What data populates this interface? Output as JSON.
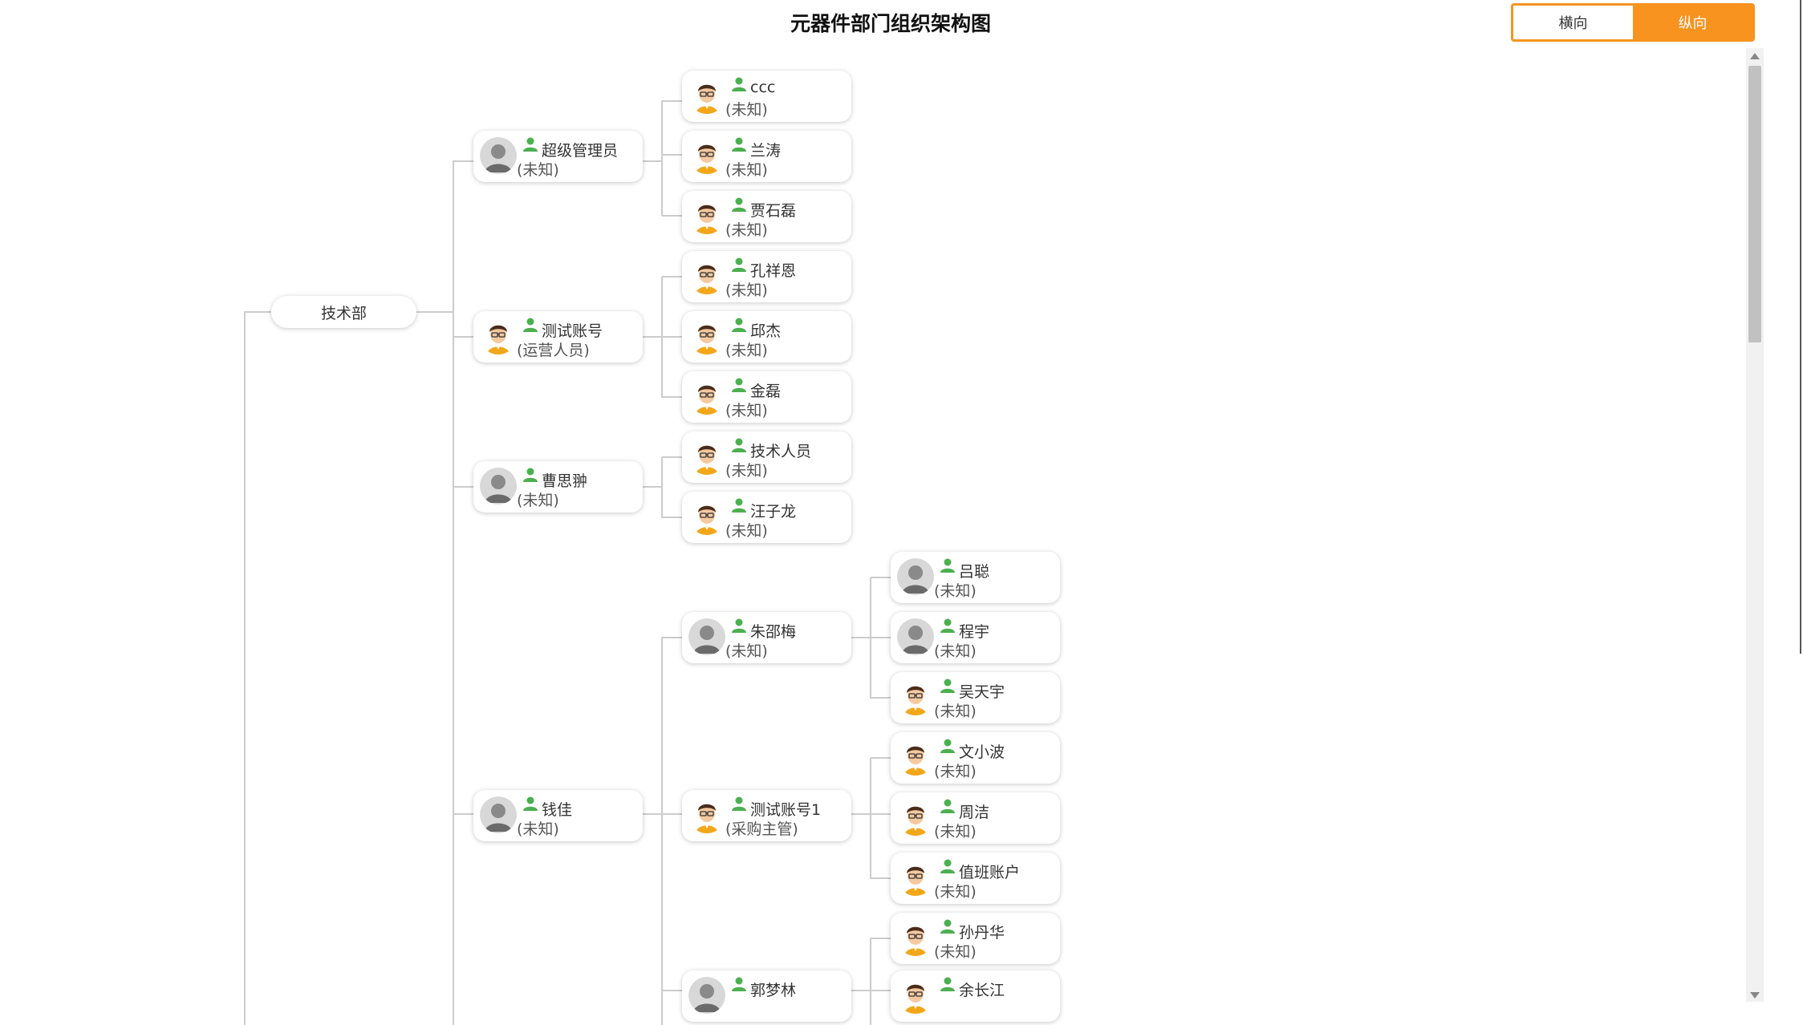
{
  "title": "元器件部门组织架构图",
  "toggle": {
    "horizontal": "横向",
    "vertical": "纵向",
    "active": "vertical"
  },
  "colors": {
    "accent": "#f7931e",
    "person_icon": "#4caf50",
    "line": "#cccccc"
  },
  "icons": {
    "person": "person-icon",
    "avatar_default": "avatar-icon"
  },
  "root": {
    "label": "技术部"
  },
  "managers": [
    {
      "name": "超级管理员",
      "role": "(未知)"
    },
    {
      "name": "测试账号",
      "role": "(运营人员)"
    },
    {
      "name": "曹思翀",
      "role": "(未知)"
    },
    {
      "name": "钱佳",
      "role": "(未知)"
    }
  ],
  "members": [
    {
      "name": "ccc",
      "role": "(未知)"
    },
    {
      "name": "兰涛",
      "role": "(未知)"
    },
    {
      "name": "贾石磊",
      "role": "(未知)"
    },
    {
      "name": "孔祥恩",
      "role": "(未知)"
    },
    {
      "name": "邱杰",
      "role": "(未知)"
    },
    {
      "name": "金磊",
      "role": "(未知)"
    },
    {
      "name": "技术人员",
      "role": "(未知)"
    },
    {
      "name": "汪子龙",
      "role": "(未知)"
    },
    {
      "name": "朱邵梅",
      "role": "(未知)"
    },
    {
      "name": "测试账号1",
      "role": "(采购主管)"
    },
    {
      "name": "郭梦林",
      "role": ""
    }
  ],
  "staff": [
    {
      "name": "吕聪",
      "role": "(未知)"
    },
    {
      "name": "程宇",
      "role": "(未知)"
    },
    {
      "name": "吴天宇",
      "role": "(未知)"
    },
    {
      "name": "文小波",
      "role": "(未知)"
    },
    {
      "name": "周洁",
      "role": "(未知)"
    },
    {
      "name": "值班账户",
      "role": "(未知)"
    },
    {
      "name": "孙丹华",
      "role": "(未知)"
    },
    {
      "name": "余长江",
      "role": ""
    }
  ]
}
